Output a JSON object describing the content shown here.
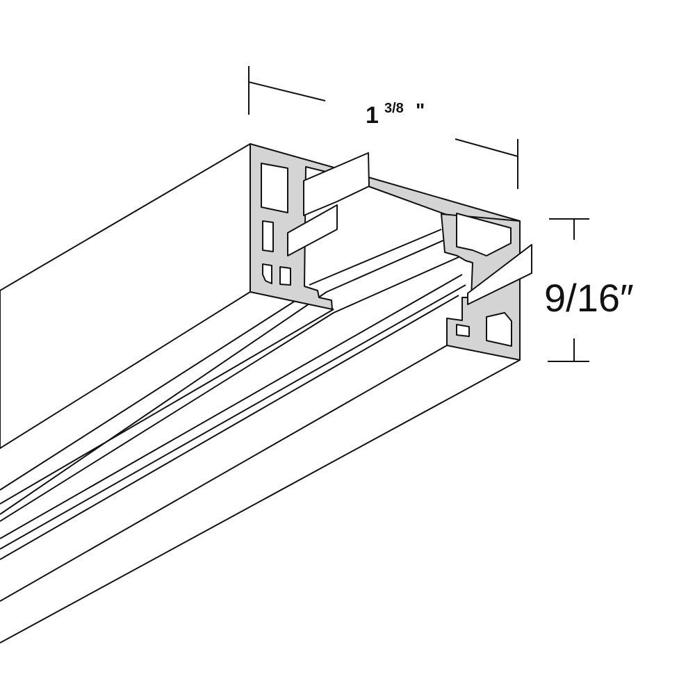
{
  "dimensions": {
    "width": {
      "whole": "1",
      "fraction": "3/8",
      "unit": "\""
    },
    "height": {
      "label": "9/16″"
    }
  },
  "colors": {
    "line": "#111111",
    "end_face": "#d4d4d4",
    "background": "#ffffff"
  }
}
